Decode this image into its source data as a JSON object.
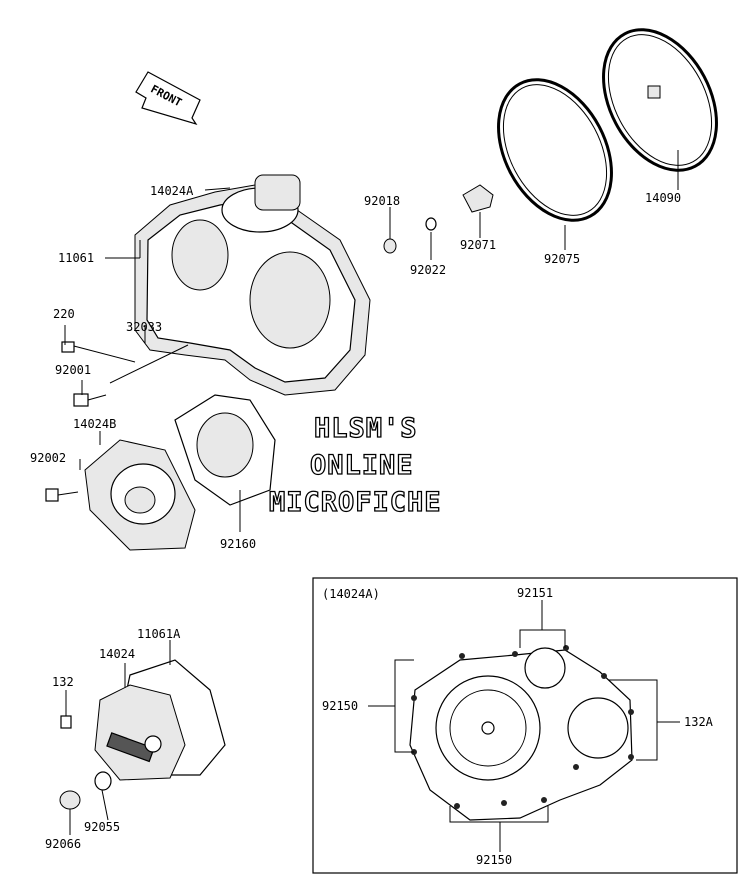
{
  "direction_arrow": {
    "label": "FRONT"
  },
  "watermark": {
    "line1": "HLSM'S",
    "line2": "ONLINE",
    "line3": "MICROFICHE"
  },
  "detail_box": {
    "title": "(14024A)"
  },
  "part_labels": [
    {
      "id": "p14024A",
      "text": "14024A"
    },
    {
      "id": "p11061",
      "text": "11061"
    },
    {
      "id": "p220",
      "text": "220"
    },
    {
      "id": "p32033",
      "text": "32033"
    },
    {
      "id": "p92001",
      "text": "92001"
    },
    {
      "id": "p14024B",
      "text": "14024B"
    },
    {
      "id": "p92002",
      "text": "92002"
    },
    {
      "id": "p92160",
      "text": "92160"
    },
    {
      "id": "p92018",
      "text": "92018"
    },
    {
      "id": "p92022",
      "text": "92022"
    },
    {
      "id": "p92071",
      "text": "92071"
    },
    {
      "id": "p92075",
      "text": "92075"
    },
    {
      "id": "p14090",
      "text": "14090"
    },
    {
      "id": "p11061A",
      "text": "11061A"
    },
    {
      "id": "p14024",
      "text": "14024"
    },
    {
      "id": "p132",
      "text": "132"
    },
    {
      "id": "p92055",
      "text": "92055"
    },
    {
      "id": "p92066",
      "text": "92066"
    },
    {
      "id": "p92151",
      "text": "92151"
    },
    {
      "id": "p92150a",
      "text": "92150"
    },
    {
      "id": "p132A",
      "text": "132A"
    },
    {
      "id": "p92150b",
      "text": "92150"
    }
  ]
}
